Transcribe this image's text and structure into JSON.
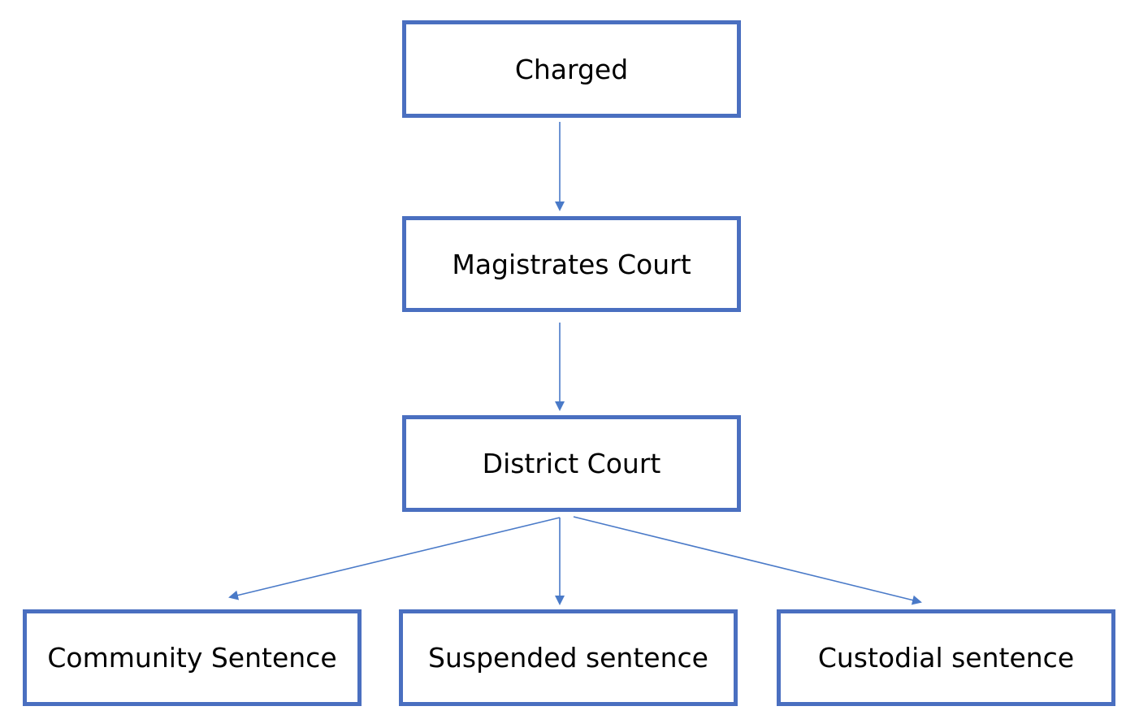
{
  "colors": {
    "box_border": "#4a6fc0",
    "arrow": "#4a7ac8"
  },
  "nodes": {
    "charged": "Charged",
    "magistrates": "Magistrates Court",
    "district": "District Court",
    "community": "Community Sentence",
    "suspended": "Suspended sentence",
    "custodial": "Custodial sentence"
  },
  "edges": [
    {
      "from": "charged",
      "to": "magistrates"
    },
    {
      "from": "magistrates",
      "to": "district"
    },
    {
      "from": "district",
      "to": "community"
    },
    {
      "from": "district",
      "to": "suspended"
    },
    {
      "from": "district",
      "to": "custodial"
    }
  ]
}
